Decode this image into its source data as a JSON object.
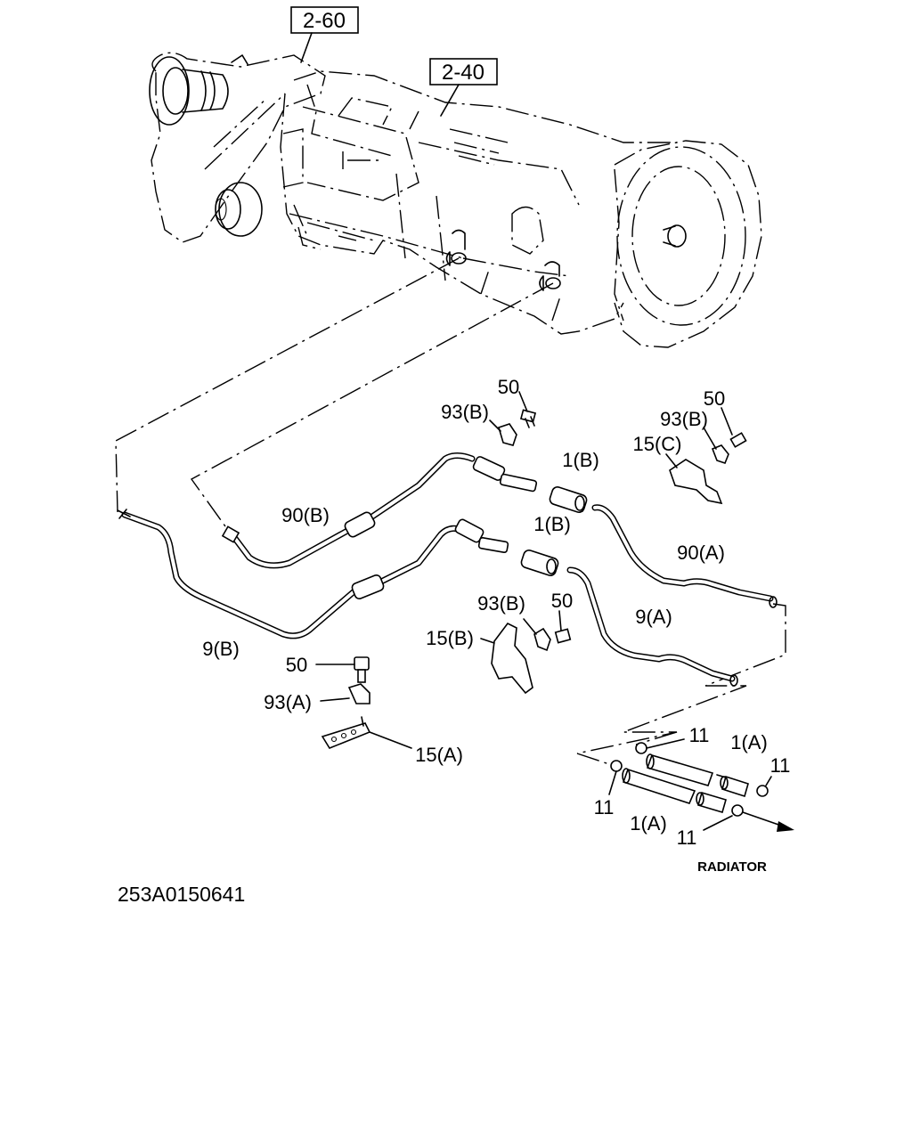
{
  "references": {
    "ref_2_60": "2-60",
    "ref_2_40": "2-40"
  },
  "labels": {
    "l50_a": "50",
    "l93b_a": "93(B)",
    "l50_b": "50",
    "l93b_b": "93(B)",
    "l15c": "15(C)",
    "l1b_a": "1(B)",
    "l1b_b": "1(B)",
    "l90b": "90(B)",
    "l90a": "90(A)",
    "l93b_c": "93(B)",
    "l50_c": "50",
    "l15b": "15(B)",
    "l9a": "9(A)",
    "l9b": "9(B)",
    "l50_d": "50",
    "l93a": "93(A)",
    "l15a": "15(A)",
    "l11_a": "11",
    "l1a_a": "1(A)",
    "l11_b": "11",
    "l11_c": "11",
    "l1a_b": "1(A)",
    "l11_d": "11",
    "radiator": "RADIATOR"
  },
  "diagram_code": "253A0150641"
}
